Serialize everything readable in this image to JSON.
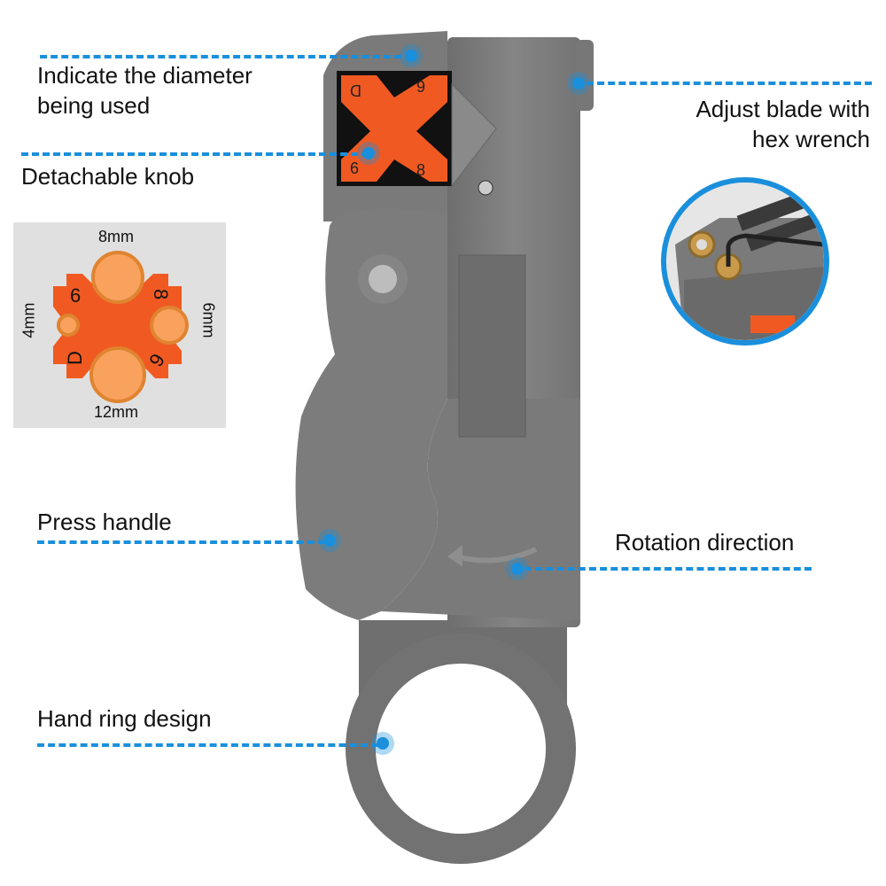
{
  "callouts": {
    "indicate_diameter": {
      "line1": "Indicate the diameter",
      "line2": "being used"
    },
    "detachable_knob": "Detachable knob",
    "adjust_blade": {
      "line1": "Adjust blade with",
      "line2": "hex wrench"
    },
    "press_handle": "Press handle",
    "rotation_direction": "Rotation direction",
    "hand_ring": "Hand ring design"
  },
  "knob_diagram": {
    "sizes": {
      "top": "8mm",
      "left": "4mm",
      "right": "6mm",
      "bottom": "12mm"
    },
    "markings": [
      "9",
      "8",
      "D",
      "6"
    ]
  },
  "knob_markings_on_tool": [
    "D",
    "9",
    "6",
    "8"
  ],
  "colors": {
    "accent_blue": "#1a8fdc",
    "knob_orange": "#f05a22",
    "hole_orange": "#f8a25e",
    "tool_gray": "#7a7a7a",
    "inset_bg": "#e0e0e0"
  }
}
